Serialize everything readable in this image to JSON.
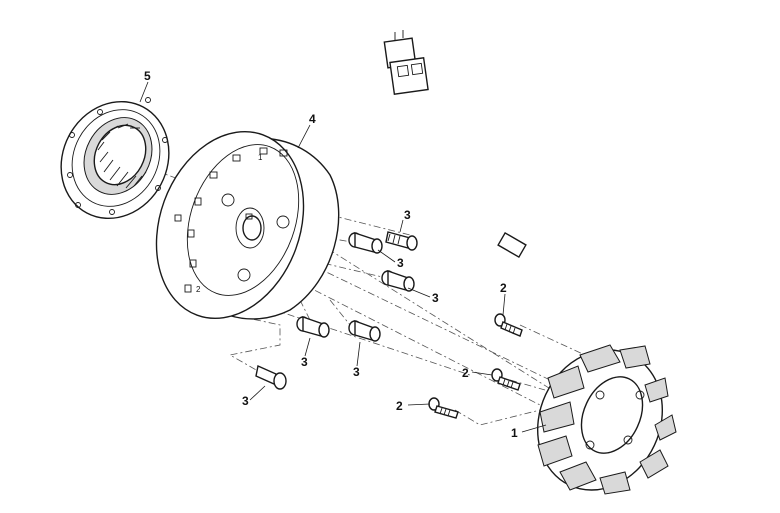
{
  "diagram": {
    "callouts": {
      "stator": "1",
      "bolt_a": "2",
      "bolt_b": "2",
      "bolt_c": "2",
      "screw_a": "3",
      "screw_b": "3",
      "screw_c": "3",
      "screw_d": "3",
      "screw_e": "3",
      "screw_f": "3",
      "flywheel": "4",
      "bearing": "5"
    },
    "rotor_marks": {
      "top": "1",
      "side": "2"
    }
  }
}
